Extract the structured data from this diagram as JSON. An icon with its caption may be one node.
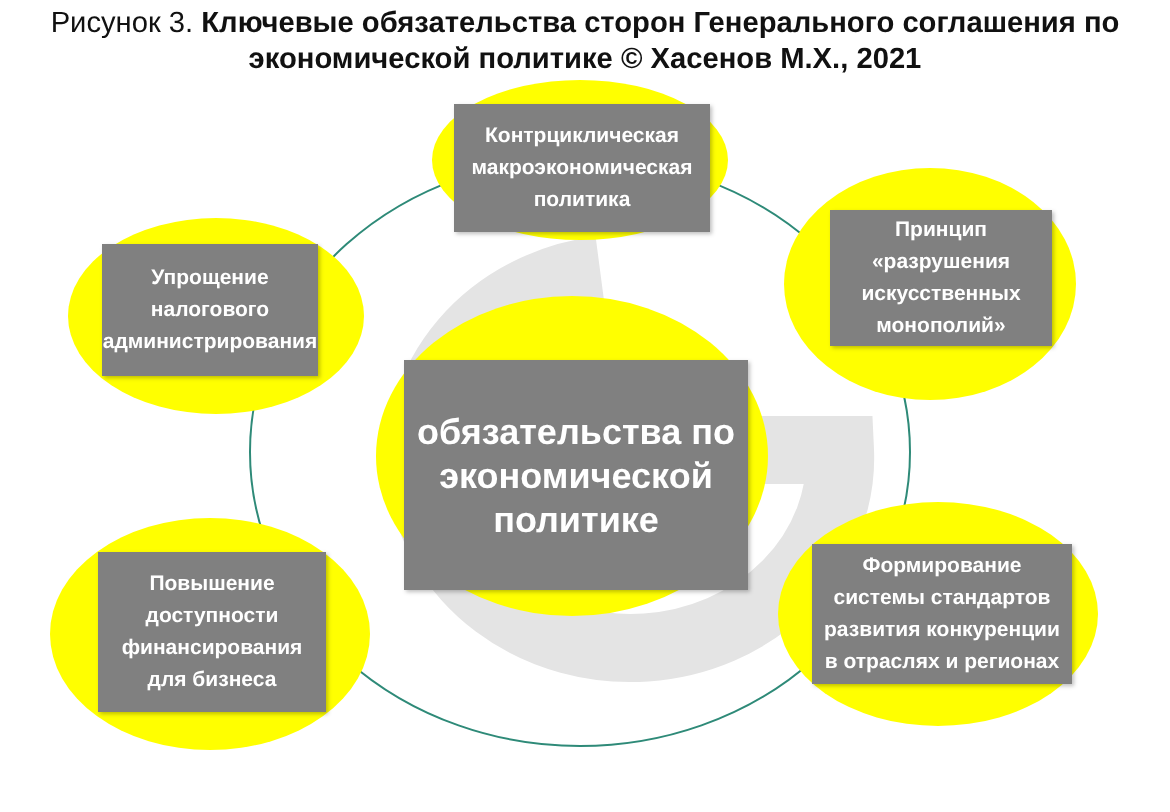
{
  "diagram": {
    "title": "Рисунок 3. **Ключевые обязательства сторон Генерального соглашения по экономической политике © Хасенов М.Х., 2021**",
    "nodes": [
      {
        "text": [
          "Контрциклическая макроэкономическая политика"
        ]
      },
      {
        "text": [
          "Упрощение налогового администрирования"
        ]
      },
      {
        "text": [
          "Принцип «разрушения искусственных монополий»"
        ]
      },
      {
        "text": [
          "обязательства по экономической политике"
        ]
      },
      {
        "text": [
          "Повышение доступности финансирования для бизнеса"
        ]
      },
      {
        "text": [
          "Формирование системы стандартов развития конкуренции в отраслях и регионах"
        ]
      }
    ]
  }
}
